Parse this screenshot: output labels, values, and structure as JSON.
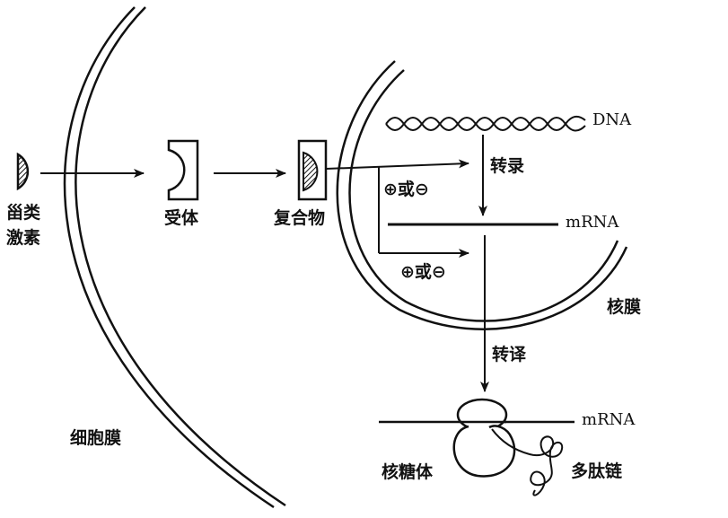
{
  "labels": {
    "steroid_hormone_line1": "甾类",
    "steroid_hormone_line2": "激素",
    "receptor": "受体",
    "complex": "复合物",
    "dna": "DNA",
    "transcription": "转录",
    "plus_or_minus_1": "⊕或⊖",
    "mrna_nuclear": "mRNA",
    "plus_or_minus_2": "⊕或⊖",
    "nuclear_membrane": "核膜",
    "translation": "转译",
    "mrna_cytoplasm": "mRNA",
    "ribosome": "核糖体",
    "polypeptide": "多肽链",
    "cell_membrane": "细胞膜"
  },
  "colors": {
    "ink": "#111111",
    "background": "#ffffff"
  }
}
